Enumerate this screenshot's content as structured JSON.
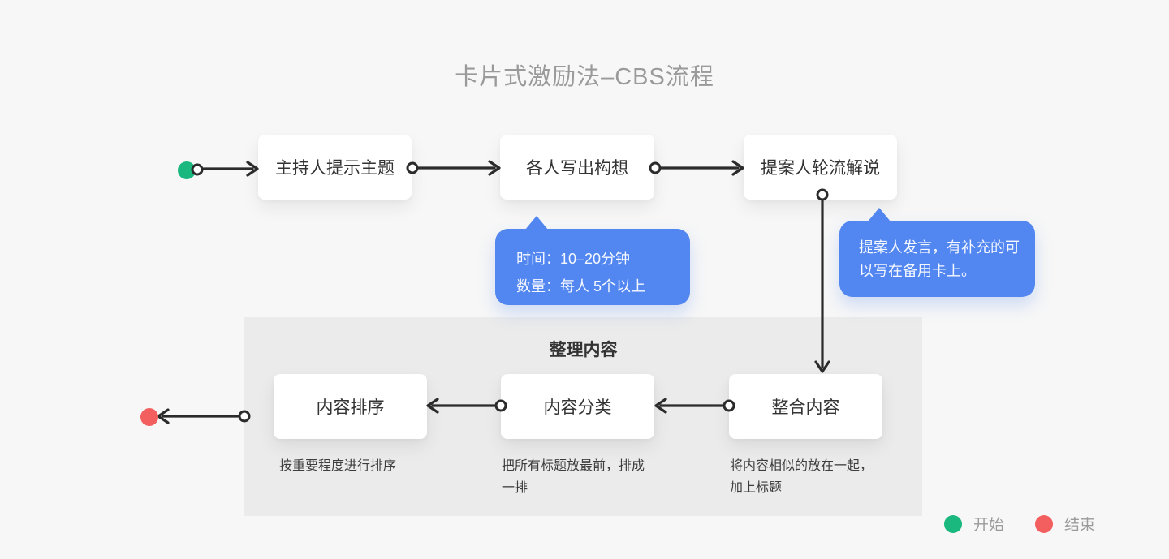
{
  "title": "卡片式激励法–CBS流程",
  "colors": {
    "background": "#f7f7f7",
    "panel_gray": "#ebebeb",
    "card_white": "#ffffff",
    "bubble_blue": "#5286f0",
    "start_green": "#1ab87f",
    "end_red": "#f25f5e",
    "line_dark": "#2b2b2b",
    "title_gray": "#9a9a9b",
    "text_dark": "#333333"
  },
  "nodes": {
    "host": {
      "label": "主持人提示主题"
    },
    "write": {
      "label": "各人写出构想"
    },
    "present": {
      "label": "提案人轮流解说"
    },
    "sort": {
      "label": "内容排序",
      "note": "按重要程度进行排序"
    },
    "classify": {
      "label": "内容分类",
      "note": "把所有标题放最前，排成一排"
    },
    "merge": {
      "label": "整合内容",
      "note": "将内容相似的放在一起，加上标题"
    }
  },
  "panel": {
    "title": "整理内容"
  },
  "bubbles": {
    "write_tip": {
      "line1": "时间：10–20分钟",
      "line2": "数量：每人 5个以上"
    },
    "present_tip": {
      "text": "提案人发言，有补充的可以写在备用卡上。"
    }
  },
  "legend": {
    "start_label": "开始",
    "end_label": "结束"
  }
}
